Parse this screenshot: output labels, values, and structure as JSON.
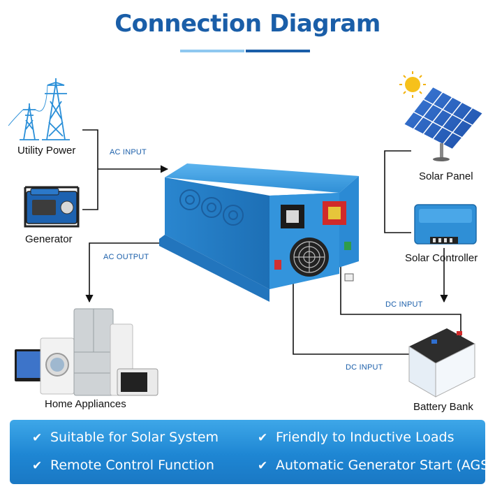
{
  "title": "Connection Diagram",
  "nodes": {
    "utility": "Utility Power",
    "generator": "Generator",
    "appliances": "Home Appliances",
    "solar_panel": "Solar Panel",
    "solar_controller": "Solar Controller",
    "battery": "Battery Bank"
  },
  "flows": {
    "ac_input": "AC INPUT",
    "ac_output": "AC OUTPUT",
    "dc_input_controller": "DC INPUT",
    "dc_input_battery": "DC INPUT"
  },
  "features": [
    "Suitable for Solar System",
    "Friendly to Inductive Loads",
    "Remote Control Function",
    "Automatic Generator Start (AGS)"
  ],
  "colors": {
    "title": "#1a5ea8",
    "inverter": "#2f8fd6",
    "feature_band": "#2890dc",
    "wire": "#111111"
  }
}
